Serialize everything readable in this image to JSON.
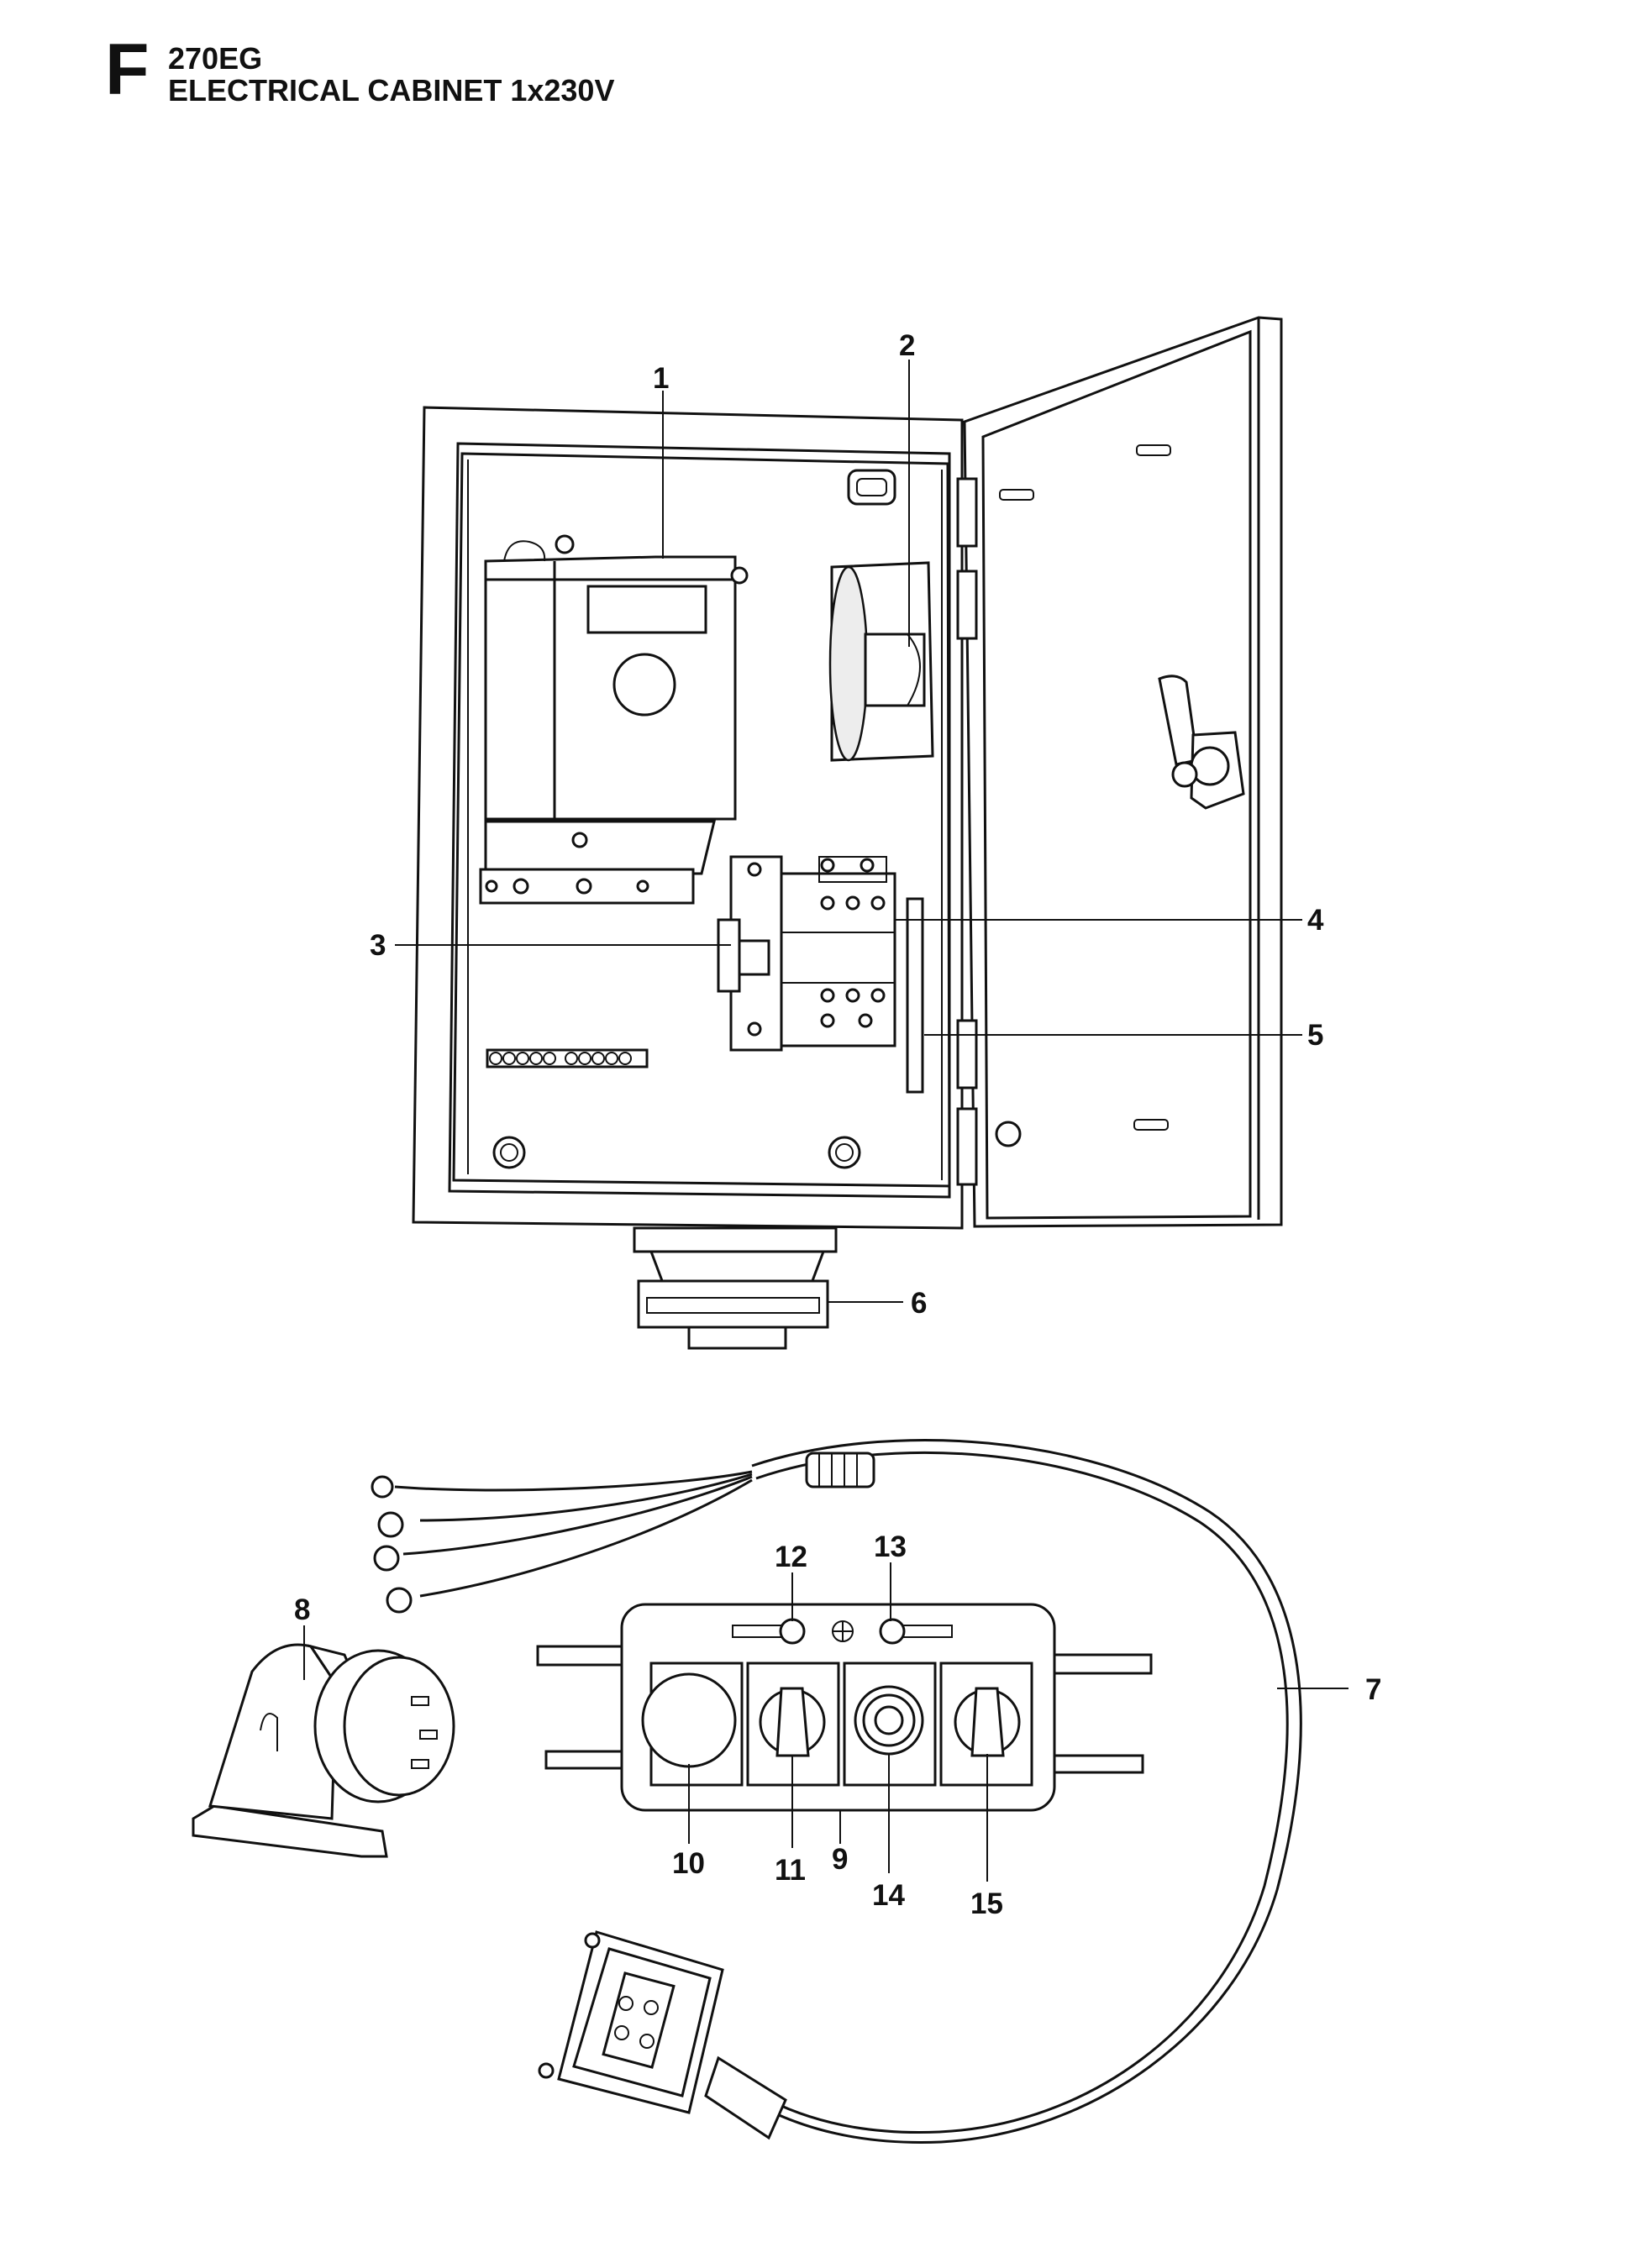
{
  "header": {
    "section_letter": "F",
    "model": "270EG",
    "title": "ELECTRICAL CABINET 1x230V"
  },
  "callouts": [
    "1",
    "2",
    "3",
    "4",
    "5",
    "6",
    "7",
    "8",
    "9",
    "10",
    "11",
    "12",
    "13",
    "14",
    "15"
  ]
}
